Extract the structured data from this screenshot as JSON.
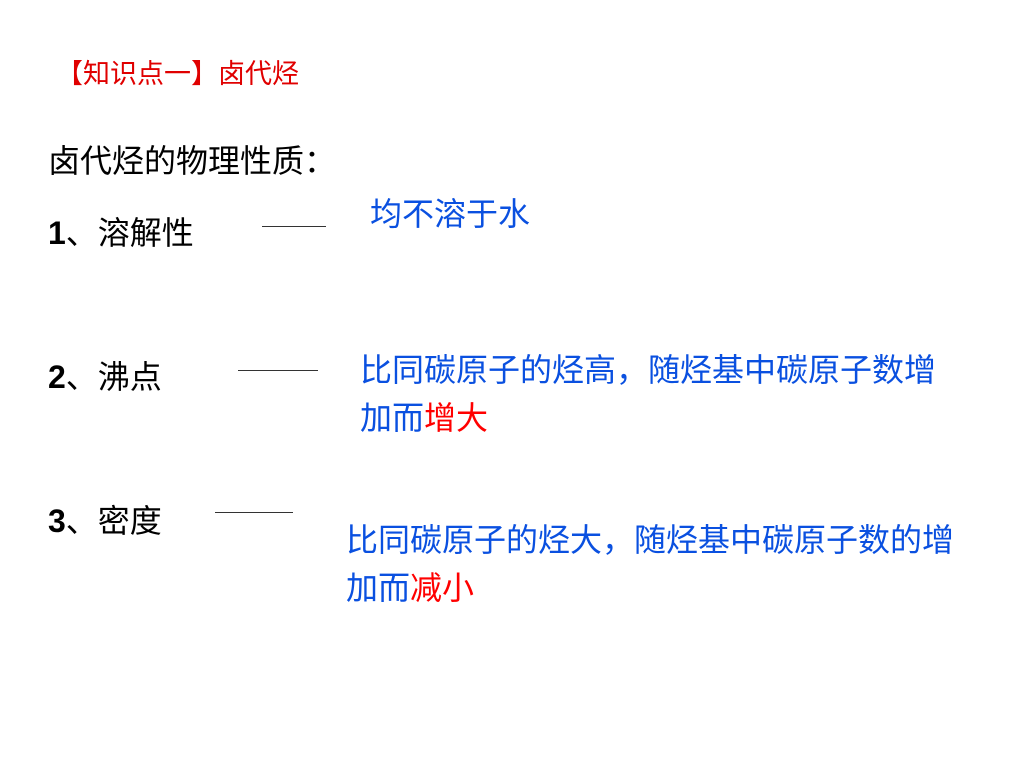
{
  "header": {
    "tag": "【知识点一】卤代烃"
  },
  "intro": "卤代烃的物理性质：",
  "items": [
    {
      "number": "1",
      "label": "、溶解性",
      "answer": "均不溶于水",
      "answer_highlight": ""
    },
    {
      "number": "2",
      "label": "、沸点",
      "answer": "比同碳原子的烃高，随烃基中碳原子数增加而",
      "answer_highlight": "增大"
    },
    {
      "number": "3",
      "label": "、密度",
      "answer": "比同碳原子的烃大，随烃基中碳原子数的增加而",
      "answer_highlight": "减小"
    }
  ],
  "colors": {
    "header": "#e00000",
    "text": "#000000",
    "answer": "#0a50e0",
    "highlight": "#ff0000"
  }
}
